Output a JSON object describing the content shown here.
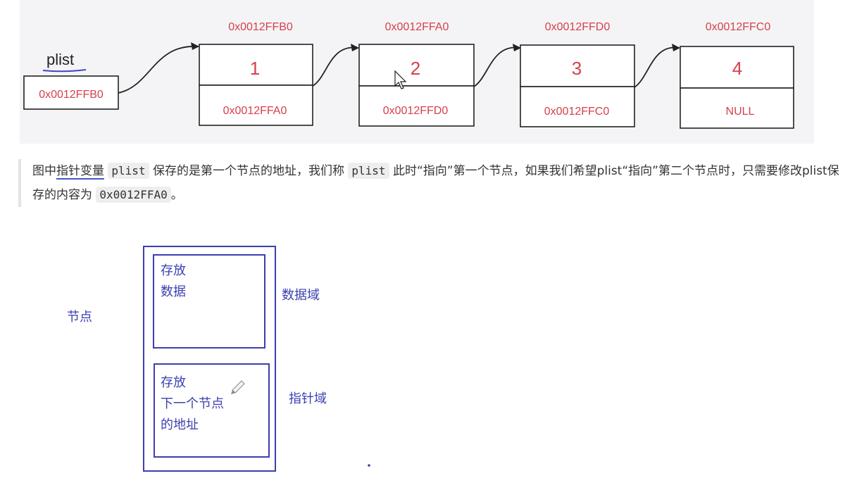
{
  "top_diagram": {
    "pointer_var": {
      "name": "plist",
      "value": "0x0012FFB0"
    },
    "nodes": [
      {
        "address": "0x0012FFB0",
        "data": "1",
        "next": "0x0012FFA0"
      },
      {
        "address": "0x0012FFA0",
        "data": "2",
        "next": "0x0012FFD0"
      },
      {
        "address": "0x0012FFD0",
        "data": "3",
        "next": "0x0012FFC0"
      },
      {
        "address": "0x0012FFC0",
        "data": "4",
        "next": "NULL"
      }
    ]
  },
  "note": {
    "seg1": "图中",
    "seg1_hl": "指针变量",
    "code1": "plist",
    "seg2": "保存的是第一个节点的地址，我们称",
    "code2": "plist",
    "seg3": "此时“指向”第一个节点，如果我们希望plist“指向”第二个节点时，只需要修改plist保存的内容为",
    "code3": "0x0012FFA0",
    "seg4": "。"
  },
  "node_sketch": {
    "node_label": "节点",
    "data_box_line1": "存放",
    "data_box_line2": "数据",
    "data_field_label": "数据域",
    "ptr_box_line1": "存放",
    "ptr_box_line2": "下一个节点",
    "ptr_box_line3": "的地址",
    "ptr_field_label": "指针域"
  },
  "colors": {
    "address_red": "#d6404c",
    "sketch_blue": "#3b3fb0",
    "panel_bg": "#f4f4f6"
  }
}
